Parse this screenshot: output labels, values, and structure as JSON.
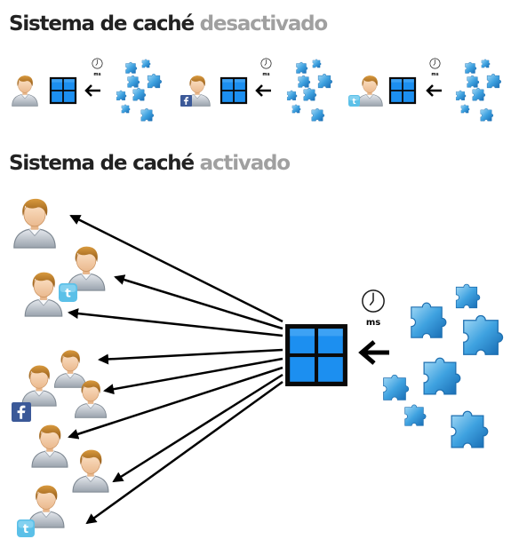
{
  "sections": {
    "disabled": {
      "title_main": "Sistema de caché",
      "title_state": "desactivado",
      "clock_label": "ms"
    },
    "enabled": {
      "title_main": "Sistema de caché",
      "title_state": "activado",
      "clock_label": "ms"
    }
  },
  "colors": {
    "server": "#1c8ff0",
    "puzzle": "#4aa8e0",
    "title_main": "#222222",
    "title_state": "#a0a0a0",
    "facebook": "#3b5998",
    "twitter": "#5bc0e8"
  },
  "icons": {
    "user": "user-icon",
    "server": "server-icon",
    "clock": "clock-icon",
    "puzzle": "puzzle-piece-icon",
    "facebook": "facebook-icon",
    "twitter": "twitter-icon",
    "arrow": "arrow-left-icon"
  }
}
